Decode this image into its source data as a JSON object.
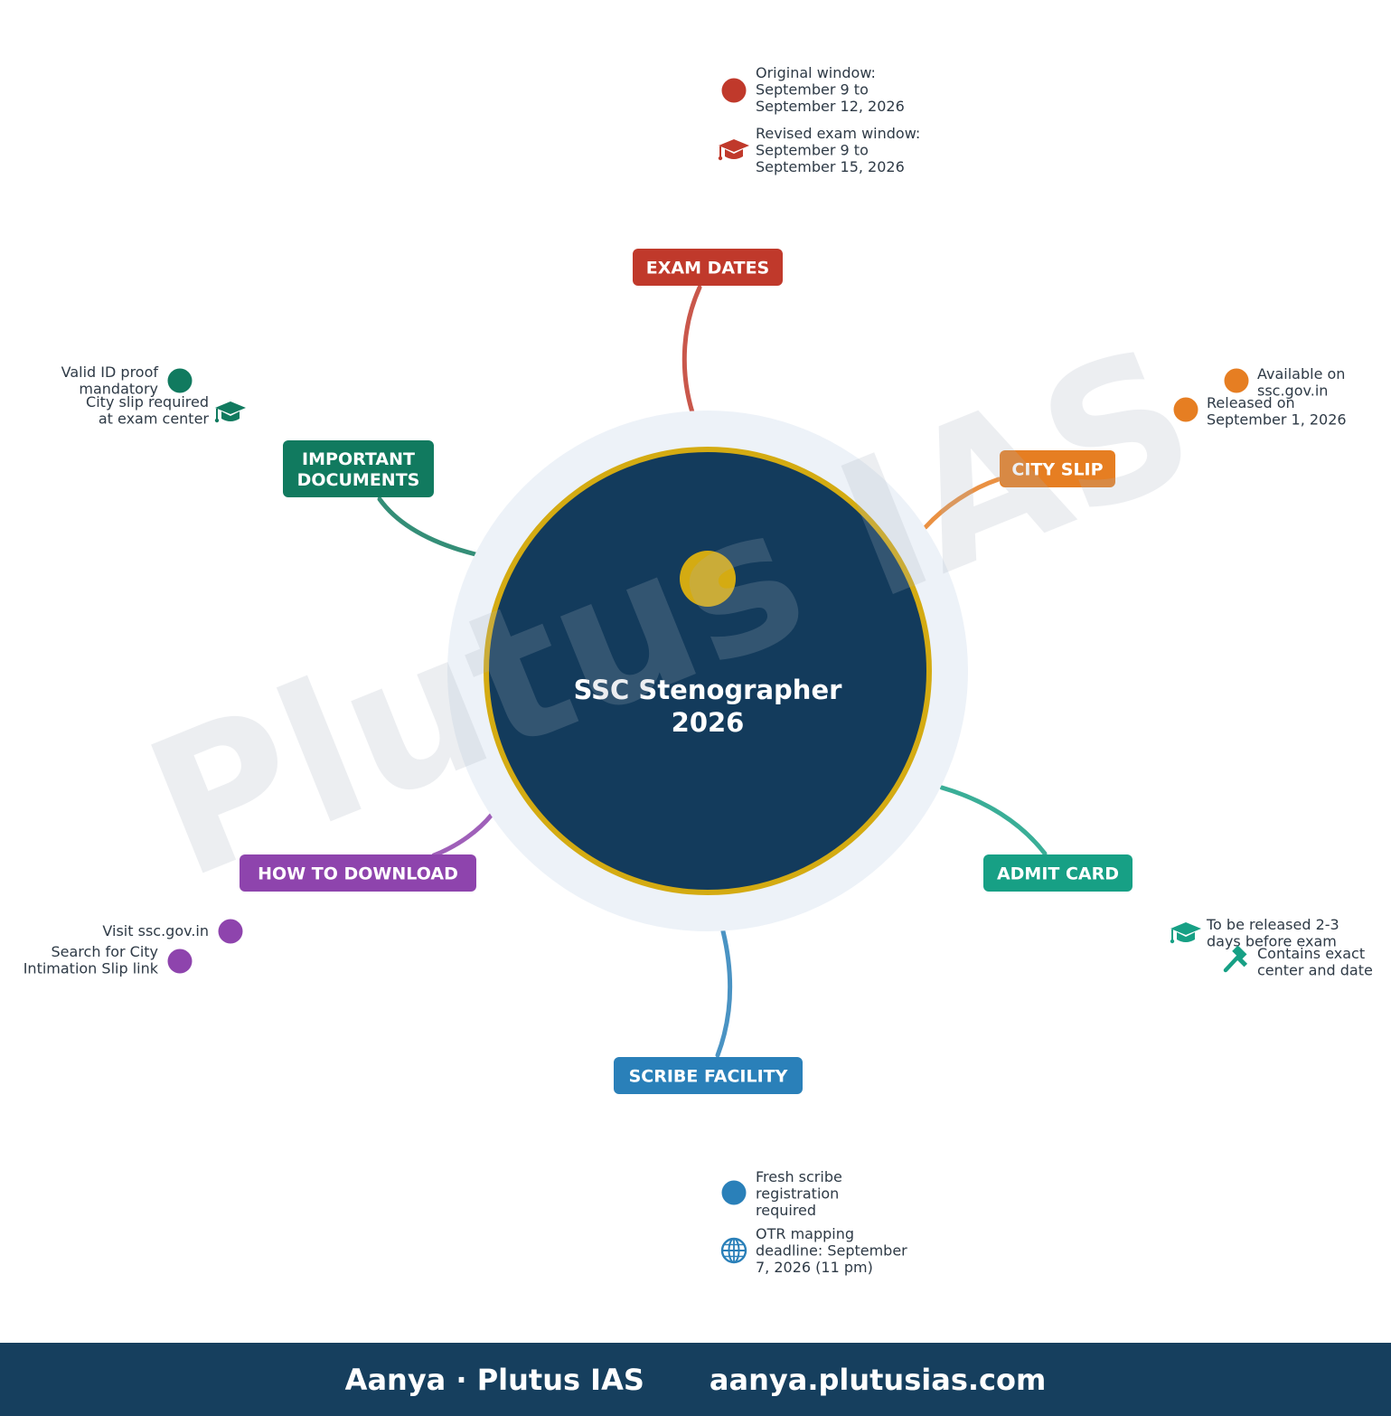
{
  "center": {
    "title_line1": "SSC Stenographer",
    "title_line2": "2026",
    "bg_color": "#133b5c",
    "ring_color": "#d4ab12",
    "halo_color": "#edf2f8"
  },
  "watermark": {
    "text": "Plutus IAS"
  },
  "branches": [
    {
      "id": "exam-dates",
      "label_lines": [
        "EXAM DATES"
      ],
      "color": "#c0392b",
      "items": [
        {
          "icon": "circle-bullet-icon",
          "lines": [
            "Original window:",
            "September 9 to",
            "September 12, 2026"
          ]
        },
        {
          "icon": "graduation-cap-icon",
          "lines": [
            "Revised exam window:",
            "September 9 to",
            "September 15, 2026"
          ]
        }
      ]
    },
    {
      "id": "city-slip",
      "label_lines": [
        "CITY SLIP"
      ],
      "color": "#e67e22",
      "items": [
        {
          "icon": "circle-bullet-icon",
          "lines": [
            "Available on",
            "ssc.gov.in"
          ]
        },
        {
          "icon": "circle-bullet-icon",
          "lines": [
            "Released on",
            "September 1, 2026"
          ]
        }
      ]
    },
    {
      "id": "admit-card",
      "label_lines": [
        "ADMIT CARD"
      ],
      "color": "#17a085",
      "items": [
        {
          "icon": "graduation-cap-icon",
          "lines": [
            "To be released 2-3",
            "days before exam"
          ]
        },
        {
          "icon": "gavel-icon",
          "lines": [
            "Contains exact",
            "center and date"
          ]
        }
      ]
    },
    {
      "id": "scribe-facility",
      "label_lines": [
        "SCRIBE FACILITY"
      ],
      "color": "#2a80b9",
      "items": [
        {
          "icon": "circle-bullet-icon",
          "lines": [
            "Fresh scribe",
            "registration",
            "required"
          ]
        },
        {
          "icon": "globe-icon",
          "lines": [
            "OTR mapping",
            "deadline: September",
            "7, 2026 (11 pm)"
          ]
        }
      ]
    },
    {
      "id": "how-to-download",
      "label_lines": [
        "HOW TO DOWNLOAD"
      ],
      "color": "#8e44ad",
      "items": [
        {
          "icon": "circle-bullet-icon",
          "lines": [
            "Visit ssc.gov.in"
          ]
        },
        {
          "icon": "circle-bullet-icon",
          "lines": [
            "Search for City",
            "Intimation Slip link"
          ]
        }
      ]
    },
    {
      "id": "important-documents",
      "label_lines": [
        "IMPORTANT",
        "DOCUMENTS"
      ],
      "color": "#117a5f",
      "items": [
        {
          "icon": "circle-bullet-icon",
          "lines": [
            "Valid ID proof",
            "mandatory"
          ]
        },
        {
          "icon": "graduation-cap-icon",
          "lines": [
            "City slip required",
            "at exam center"
          ]
        }
      ]
    }
  ],
  "footer": {
    "brand": "Aanya · Plutus IAS",
    "url": "aanya.plutusias.com",
    "bg_color": "#163f5e"
  },
  "text_color": "#2e3a46"
}
